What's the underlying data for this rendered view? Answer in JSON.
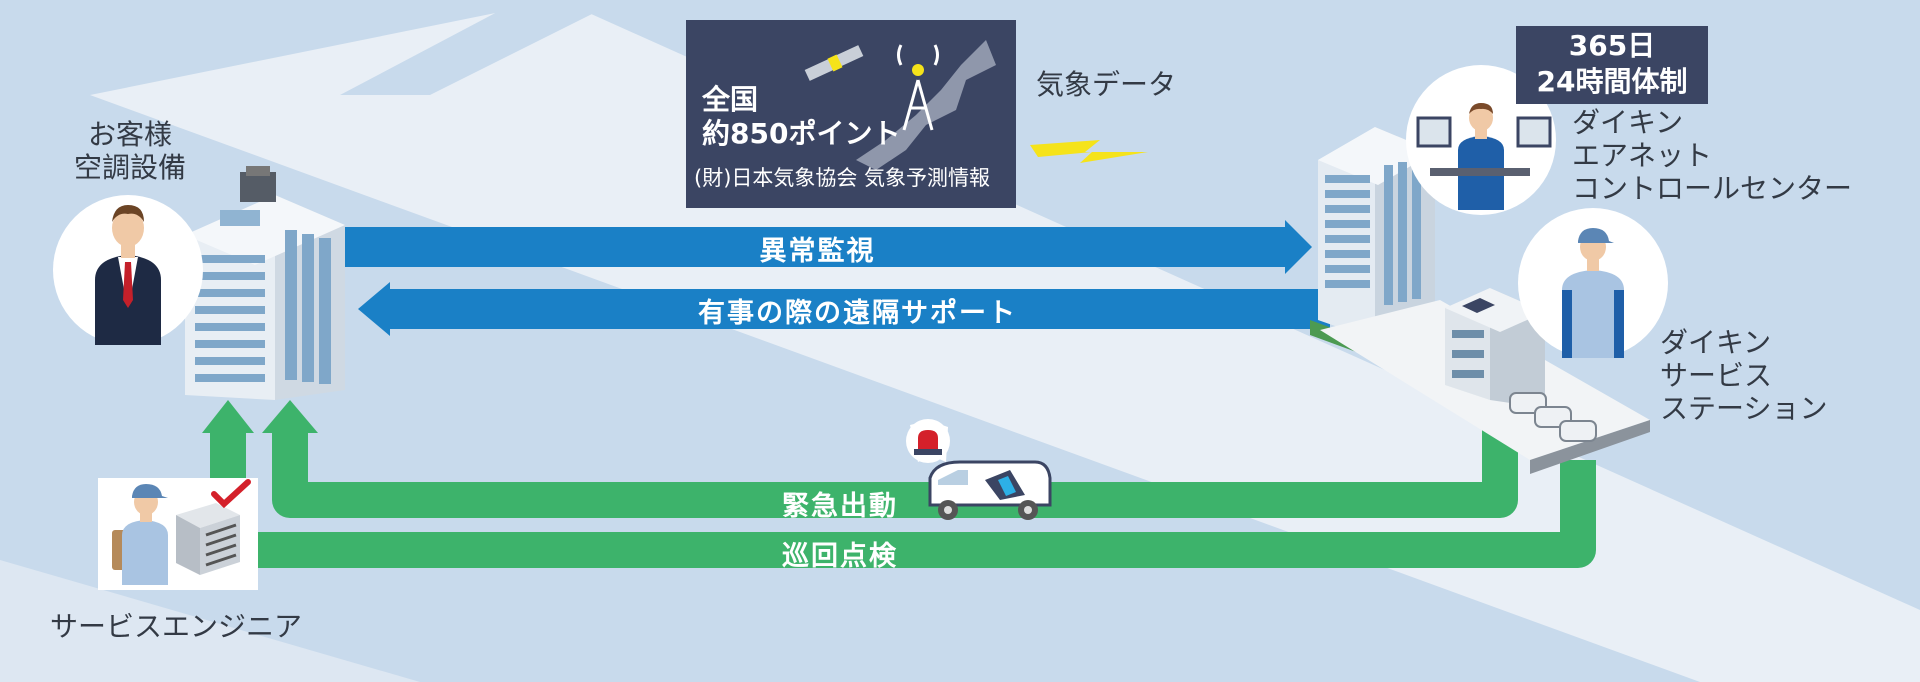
{
  "labels": {
    "customer": [
      "お客様",
      "空調設備"
    ],
    "control_center": [
      "ダイキン",
      "エアネット",
      "コントロールセンター"
    ],
    "service_station": [
      "ダイキン",
      "サービス",
      "ステーション"
    ],
    "engineer": "サービスエンジニア",
    "weather_data": "気象データ"
  },
  "weather_box": {
    "line1": "全国",
    "line2": "約850ポイント",
    "source": "(財)日本気象協会 気象予測情報"
  },
  "badge": {
    "line1": "365日",
    "line2": "24時間体制"
  },
  "arrows": {
    "monitoring": "異常監視",
    "remote_support": "有事の際の遠隔サポート",
    "emergency": "緊急出動",
    "inspection": "巡回点検"
  },
  "colors": {
    "background": "#c8daec",
    "band": "#e9eff6",
    "blue_arrow": "#1a80c6",
    "green_arrow": "#3db36b",
    "navy_box": "#3b4563",
    "lightning": "#f5e31a"
  },
  "icons": {
    "customer": "businessman-icon",
    "engineer": "engineer-icon",
    "checkmark": "checkmark-icon",
    "satellite": "satellite-icon",
    "antenna": "antenna-icon",
    "lightning": "lightning-icon",
    "van": "service-van-icon",
    "siren": "siren-icon"
  }
}
